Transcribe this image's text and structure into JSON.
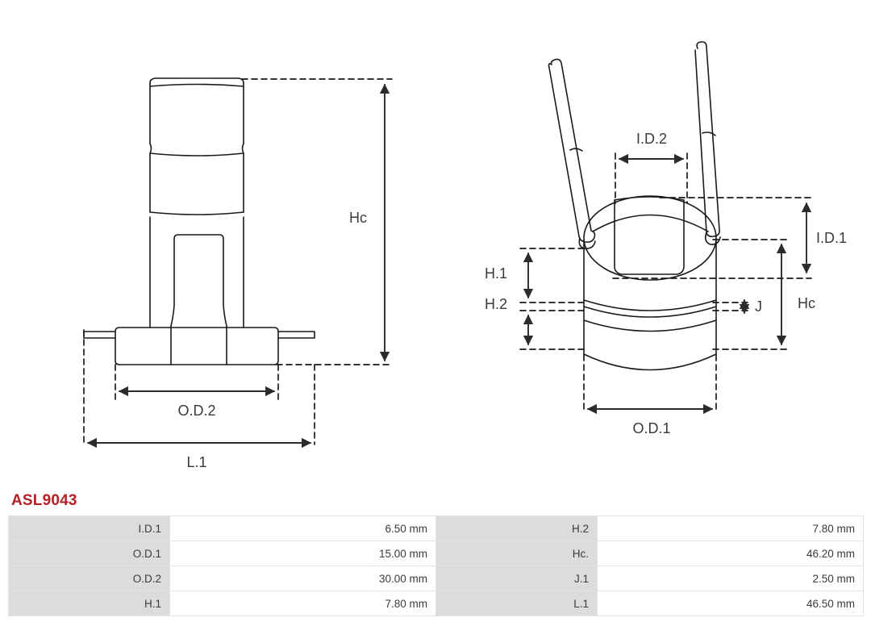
{
  "part": {
    "number": "ASL9043",
    "accent_color": "#b61f24"
  },
  "drawings": {
    "left_view": {
      "name": "brush-holder-side-view",
      "dimension_labels": {
        "hc": "Hc",
        "od2": "O.D.2",
        "l1": "L.1"
      }
    },
    "right_view": {
      "name": "slip-ring-perspective-view",
      "dimension_labels": {
        "id2": "I.D.2",
        "id1": "I.D.1",
        "hc": "Hc",
        "h1": "H.1",
        "h2": "H.2",
        "j": "J",
        "od1": "O.D.1"
      }
    }
  },
  "spec_table": {
    "columns": [
      "label",
      "value",
      "label",
      "value"
    ],
    "unit": "mm",
    "rows": [
      {
        "label_a": "I.D.1",
        "value_a": "6.50 mm",
        "label_b": "H.2",
        "value_b": "7.80 mm"
      },
      {
        "label_a": "O.D.1",
        "value_a": "15.00 mm",
        "label_b": "Hc.",
        "value_b": "46.20 mm"
      },
      {
        "label_a": "O.D.2",
        "value_a": "30.00 mm",
        "label_b": "J.1",
        "value_b": "2.50 mm"
      },
      {
        "label_a": "H.1",
        "value_a": "7.80 mm",
        "label_b": "L.1",
        "value_b": "46.50 mm"
      }
    ]
  }
}
